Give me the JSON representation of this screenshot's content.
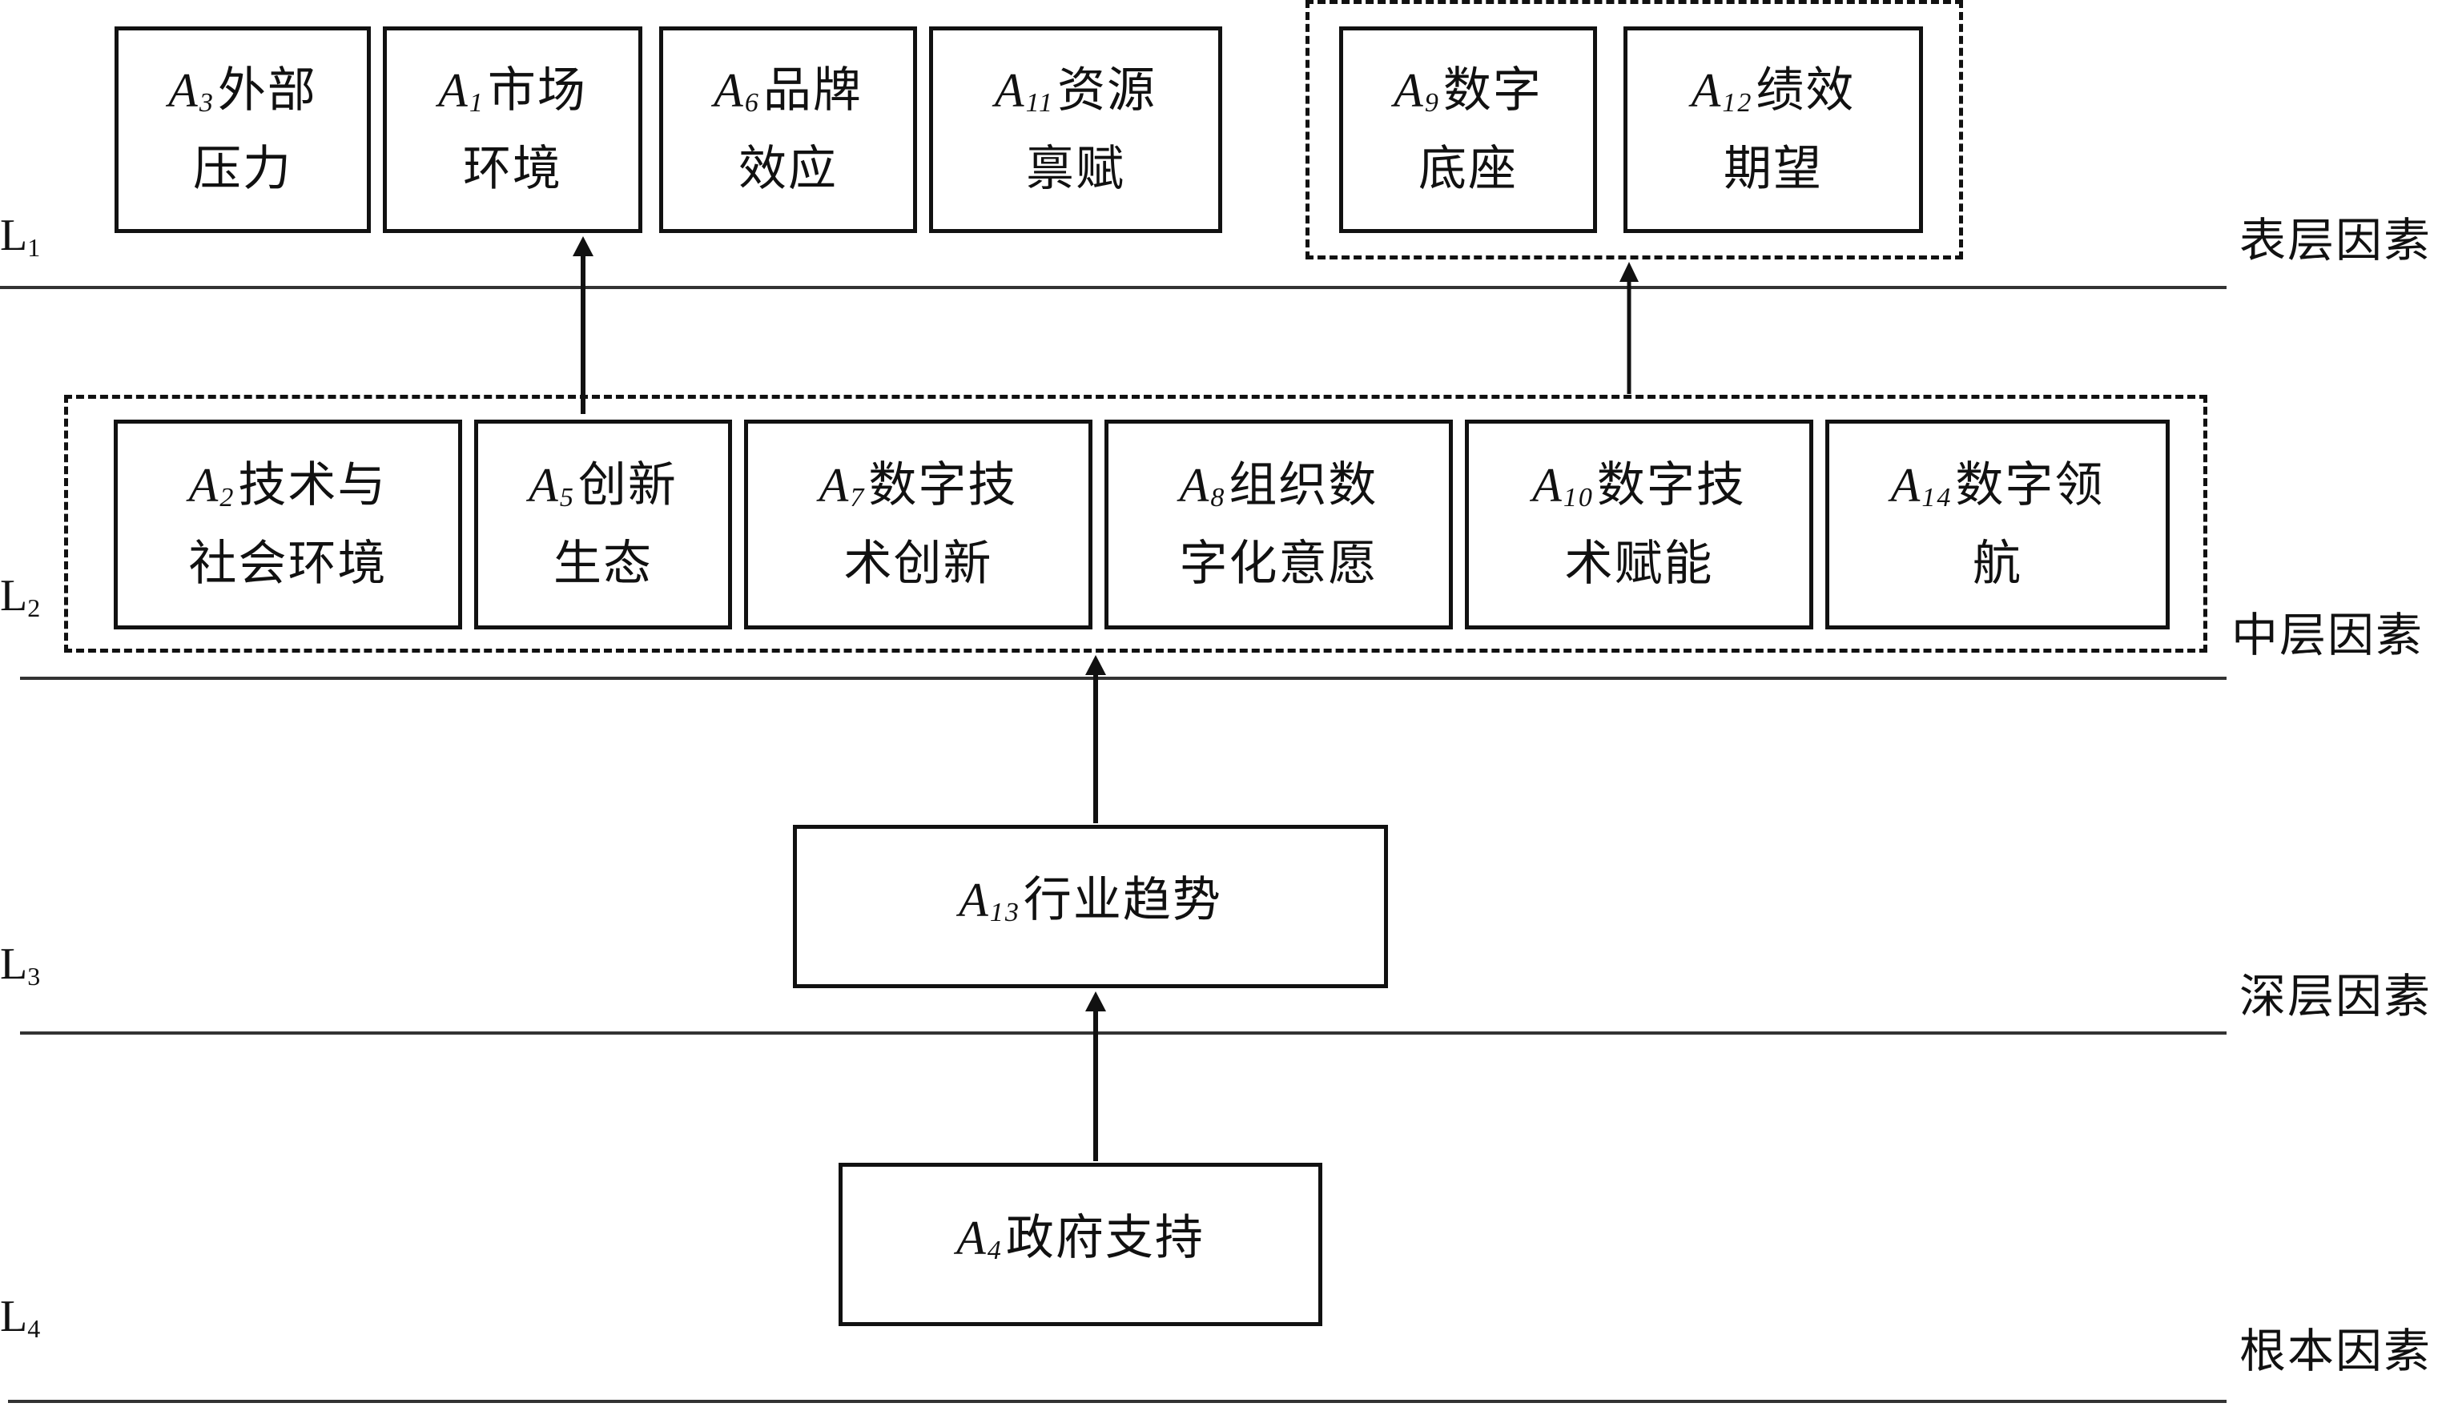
{
  "factors": {
    "A3": {
      "var": "A",
      "sub": "3",
      "line1": "外部",
      "line2": "压力"
    },
    "A1": {
      "var": "A",
      "sub": "1",
      "line1": "市场",
      "line2": "环境"
    },
    "A6": {
      "var": "A",
      "sub": "6",
      "line1": "品牌",
      "line2": "效应"
    },
    "A11": {
      "var": "A",
      "sub": "11",
      "line1": "资源",
      "line2": "禀赋"
    },
    "A9": {
      "var": "A",
      "sub": "9",
      "line1": "数字",
      "line2": "底座"
    },
    "A12": {
      "var": "A",
      "sub": "12",
      "line1": "绩效",
      "line2": "期望"
    },
    "A2": {
      "var": "A",
      "sub": "2",
      "line1": "技术与",
      "line2": "社会环境"
    },
    "A5": {
      "var": "A",
      "sub": "5",
      "line1": "创新",
      "line2": "生态"
    },
    "A7": {
      "var": "A",
      "sub": "7",
      "line1": "数字技",
      "line2": "术创新"
    },
    "A8": {
      "var": "A",
      "sub": "8",
      "line1": "组织数",
      "line2": "字化意愿"
    },
    "A10": {
      "var": "A",
      "sub": "10",
      "line1": "数字技",
      "line2": "术赋能"
    },
    "A14": {
      "var": "A",
      "sub": "14",
      "line1": "数字领",
      "line2": "航"
    },
    "A13": {
      "var": "A",
      "sub": "13",
      "line1": "行业趋势"
    },
    "A4": {
      "var": "A",
      "sub": "4",
      "line1": "政府支持"
    }
  },
  "levels": {
    "L1": {
      "letter": "L",
      "sub": "1",
      "name": "表层因素"
    },
    "L2": {
      "letter": "L",
      "sub": "2",
      "name": "中层因素"
    },
    "L3": {
      "letter": "L",
      "sub": "3",
      "name": "深层因素"
    },
    "L4": {
      "letter": "L",
      "sub": "4",
      "name": "根本因素"
    }
  }
}
